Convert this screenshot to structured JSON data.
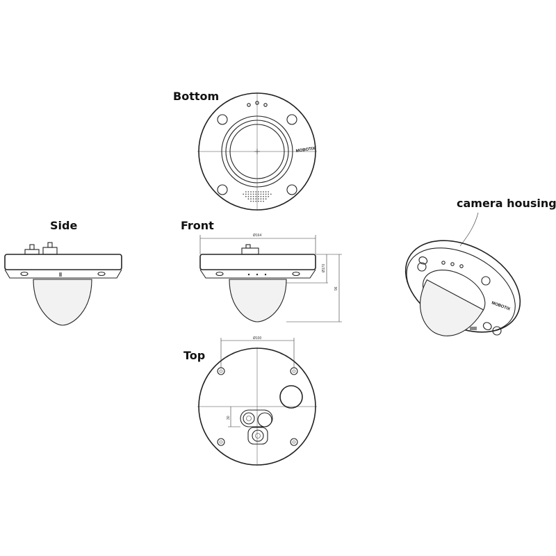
{
  "views": {
    "bottom": "Bottom",
    "side": "Side",
    "front": "Front",
    "top": "Top"
  },
  "callout": "camera housing",
  "brand": "MOBOTIX",
  "dimensions": {
    "front_width": "Ø164",
    "front_height_inner": "Ø170",
    "front_height_total": "96",
    "top_width": "Ø100",
    "top_offset": "30"
  }
}
